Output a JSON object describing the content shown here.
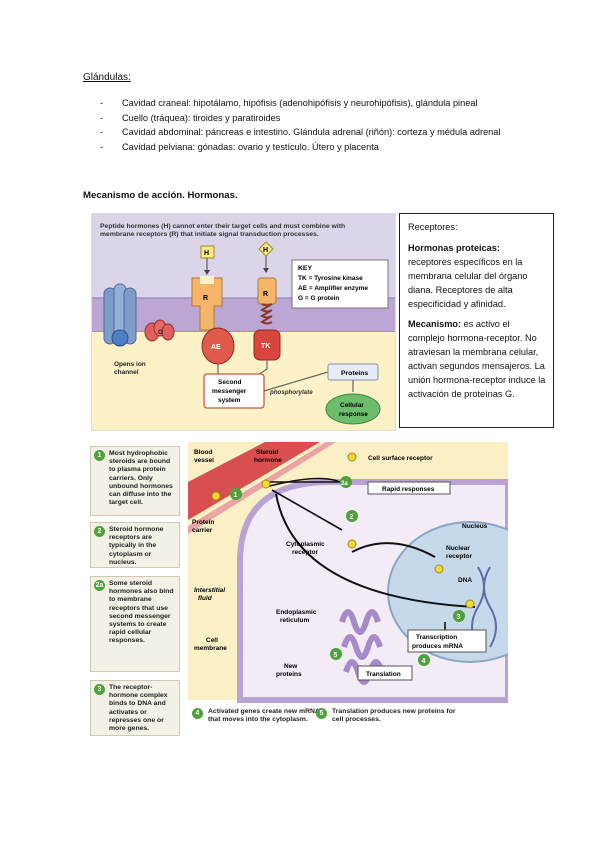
{
  "glandulas": {
    "heading": "Glándulas:",
    "items": [
      {
        "dash": "-",
        "text": "Cavidad craneal: hipotálamo, hipófisis (adenohipófisis y neurohipófisis), glándula pineal"
      },
      {
        "dash": "-",
        "text": "Cuello (tráquea): tiroides y paratiroides"
      },
      {
        "dash": "-",
        "text": "Cavidad abdominal: páncreas e intestino. Glándula adrenal (riñón): corteza y médula adrenal"
      },
      {
        "dash": "-",
        "text": "Cavidad pelviana: gónadas: ovario y testículo. Útero y placenta"
      }
    ]
  },
  "mecanismo": {
    "heading": "Mecanismo de acción. Hormonas."
  },
  "figure1": {
    "caption_line1": "Peptide hormones (H) cannot enter their target cells and must combine with",
    "caption_line2": "membrane receptors (R) that initiate signal transduction processes.",
    "h_label": "H",
    "r_label": "R",
    "g_label": "G",
    "ae_label": "AE",
    "tk_label": "TK",
    "opens_line1": "Opens ion",
    "opens_line2": "channel",
    "key_title": "KEY",
    "key_tk": "TK = Tyrosine kinase",
    "key_ae": "AE = Amplifier enzyme",
    "key_g": "G = G protein",
    "second_line1": "Second",
    "second_line2": "messenger",
    "second_line3": "system",
    "phosphorylate": "phosphorylate",
    "proteins": "Proteins",
    "cellular_line1": "Cellular",
    "cellular_line2": "response"
  },
  "receptores": {
    "title": "Receptores:",
    "proteicas_title": "Hormonas proteicas:",
    "proteicas_text": "receptores específicos en la membrana celular del órgano diana. Receptores de alta especificidad y afinidad.",
    "mecanismo_title": "Mecanismo:",
    "mecanismo_text": " es activo el complejo hormona-receptor. No atraviesan la membrana celular, activan segundos mensajeros. La unión hormona-receptor induce la activación de proteínas G."
  },
  "figure2": {
    "notes": [
      {
        "num": "1",
        "text": "Most hydrophobic steroids are bound to plasma protein carriers. Only unbound hormones can diffuse into the target cell."
      },
      {
        "num": "2",
        "text": "Steroid hormone receptors are typically in the cytoplasm or nucleus."
      },
      {
        "num": "2a",
        "text": "Some steroid hormones also bind to membrane receptors that use second messenger systems to create rapid cellular responses."
      },
      {
        "num": "3",
        "text": "The receptor-hormone complex binds to DNA and activates or represses one or more genes."
      }
    ],
    "bottom_notes": [
      {
        "num": "4",
        "text": "Activated genes create new mRNA that moves into the cytoplasm."
      },
      {
        "num": "5",
        "text": "Translation produces new proteins for cell processes."
      }
    ],
    "labels": {
      "blood_vessel_1": "Blood",
      "blood_vessel_2": "vessel",
      "steroid_1": "Steroid",
      "steroid_2": "hormone",
      "cell_surface_receptor": "Cell surface receptor",
      "rapid_responses": "Rapid responses",
      "protein_carrier_1": "Protein",
      "protein_carrier_2": "carrier",
      "nucleus": "Nucleus",
      "cytoplasmic_1": "Cytoplasmic",
      "cytoplasmic_2": "receptor",
      "nuclear_1": "Nuclear",
      "nuclear_2": "receptor",
      "dna": "DNA",
      "interstitial_1": "Interstitial",
      "interstitial_2": "fluid",
      "er_1": "Endoplasmic",
      "er_2": "reticulum",
      "cell_membrane_1": "Cell",
      "cell_membrane_2": "membrane",
      "transcription_1": "Transcription",
      "transcription_2": "produces mRNA",
      "new_proteins_1": "New",
      "new_proteins_2": "proteins",
      "translation": "Translation",
      "step_1": "1",
      "step_2": "2",
      "step_2a": "2a",
      "step_3": "3",
      "step_4": "4",
      "step_5": "5"
    }
  }
}
